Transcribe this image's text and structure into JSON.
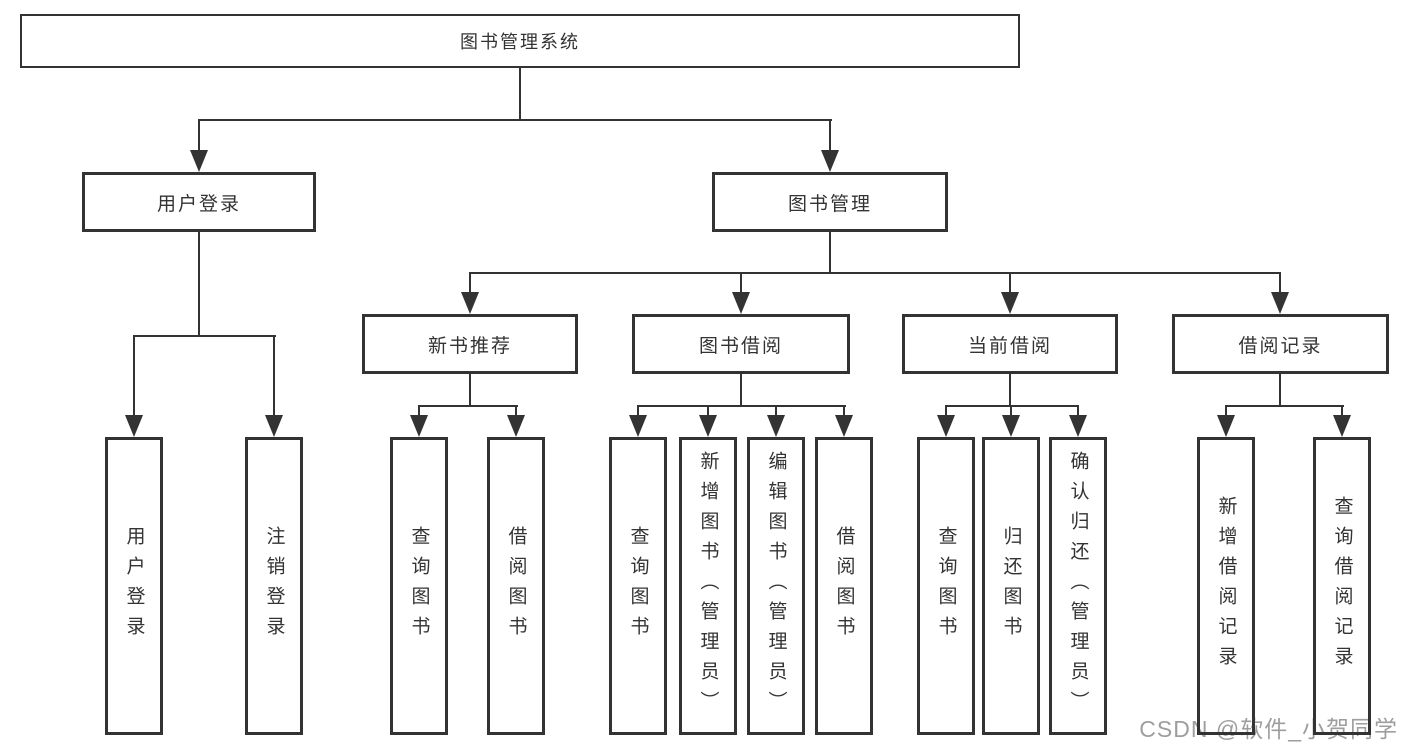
{
  "diagram": {
    "type": "hierarchy",
    "root": {
      "label": "图书管理系统"
    },
    "level2": [
      {
        "label": "用户登录"
      },
      {
        "label": "图书管理"
      }
    ],
    "level3": [
      {
        "label": "新书推荐",
        "parent": "图书管理"
      },
      {
        "label": "图书借阅",
        "parent": "图书管理"
      },
      {
        "label": "当前借阅",
        "parent": "图书管理"
      },
      {
        "label": "借阅记录",
        "parent": "图书管理"
      }
    ],
    "leaves": [
      {
        "label": "用户登录",
        "parent": "用户登录"
      },
      {
        "label": "注销登录",
        "parent": "用户登录"
      },
      {
        "label": "查询图书",
        "parent": "新书推荐"
      },
      {
        "label": "借阅图书",
        "parent": "新书推荐"
      },
      {
        "label": "查询图书",
        "parent": "图书借阅"
      },
      {
        "label": "新增图书（管理员）",
        "parent": "图书借阅"
      },
      {
        "label": "编辑图书（管理员）",
        "parent": "图书借阅"
      },
      {
        "label": "借阅图书",
        "parent": "图书借阅"
      },
      {
        "label": "查询图书",
        "parent": "当前借阅"
      },
      {
        "label": "归还图书",
        "parent": "当前借阅"
      },
      {
        "label": "确认归还（管理员）",
        "parent": "当前借阅"
      },
      {
        "label": "新增借阅记录",
        "parent": "借阅记录"
      },
      {
        "label": "查询借阅记录",
        "parent": "借阅记录"
      }
    ]
  },
  "watermark": {
    "text": "CSDN @软件_小贺同学"
  },
  "colors": {
    "line": "#333333",
    "text": "#333333",
    "background": "#ffffff",
    "watermark": "#9e9e9e"
  }
}
